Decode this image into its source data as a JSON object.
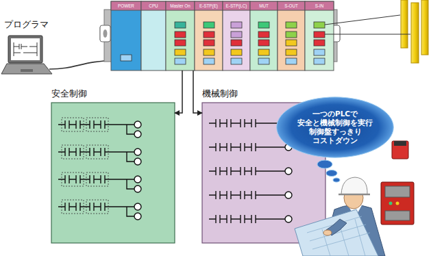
{
  "diagram": {
    "nodes": [
      {
        "text": [
          "POWER"
        ]
      },
      {
        "text": [
          "CPU"
        ]
      },
      {
        "text": [
          "Master On"
        ]
      },
      {
        "text": [
          "E-STP(E)"
        ]
      },
      {
        "text": [
          "E-STP(LC)"
        ]
      },
      {
        "text": [
          "MUT"
        ]
      },
      {
        "text": [
          "S-OUT"
        ]
      },
      {
        "text": [
          "S-IN"
        ]
      },
      {
        "text": [
          "安全制御"
        ]
      },
      {
        "text": [
          "機械制御"
        ]
      },
      {
        "text": [
          "一つのPLCで 安全と機械制御を実行 制御盤すっきり コストダウン"
        ]
      }
    ],
    "edges": [
      {
        "from": 2,
        "to": 8,
        "arrow": "to"
      },
      {
        "from": 2,
        "to": 9,
        "arrow": "to"
      }
    ],
    "labels": [
      "プログラマ"
    ]
  }
}
